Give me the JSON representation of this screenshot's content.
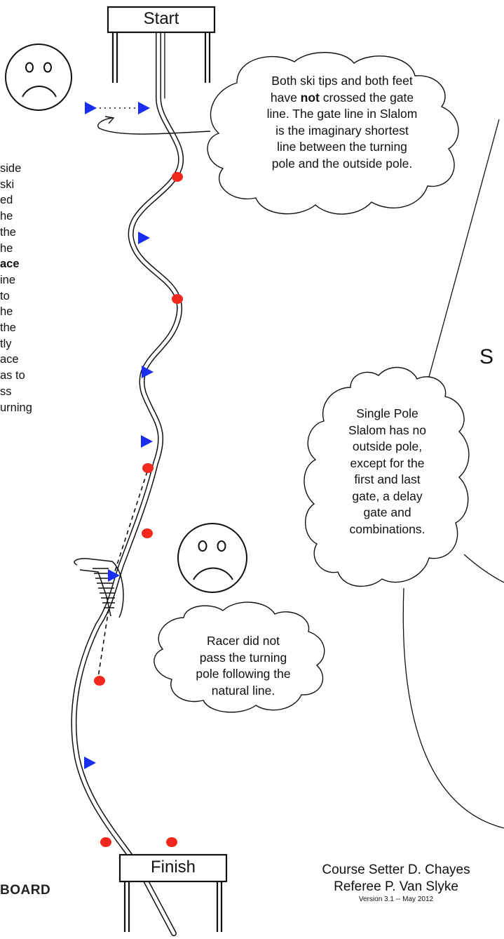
{
  "start_label": "Start",
  "finish_label": "Finish",
  "cloud_top": {
    "line1": "Both ski tips and both feet",
    "line2_a": "have ",
    "line2_bold": "not",
    "line2_b": " crossed the gate",
    "line3": "line.  The gate line in Slalom",
    "line4": "is the imaginary shortest",
    "line5": "line between the turning",
    "line6": "pole and the outside pole."
  },
  "cloud_right": {
    "lines": [
      "Single Pole",
      "Slalom has no",
      "outside pole,",
      "except for the",
      "first and last",
      "gate, a delay",
      "gate and",
      "combinations."
    ]
  },
  "cloud_bottom": {
    "lines": [
      "Racer did not",
      "pass the turning",
      "pole following  the",
      "natural line."
    ]
  },
  "left_text": {
    "lines": [
      "side",
      "ski",
      "ed",
      "he",
      "the",
      "he",
      "ace",
      "ine",
      " to",
      "he",
      "the",
      "tly",
      "ace",
      "as to",
      "ss",
      "urning"
    ]
  },
  "credits": {
    "course_setter": "Course Setter D. Chayes",
    "referee": "Referee P.  Van Slyke",
    "version": "Version 3.1 -- May 2012"
  },
  "board_label": "BOARD",
  "cutoff_char": "S",
  "colors": {
    "turning_pole": "#1a2ef0",
    "outside_pole": "#f0281e",
    "line": "#111111"
  }
}
